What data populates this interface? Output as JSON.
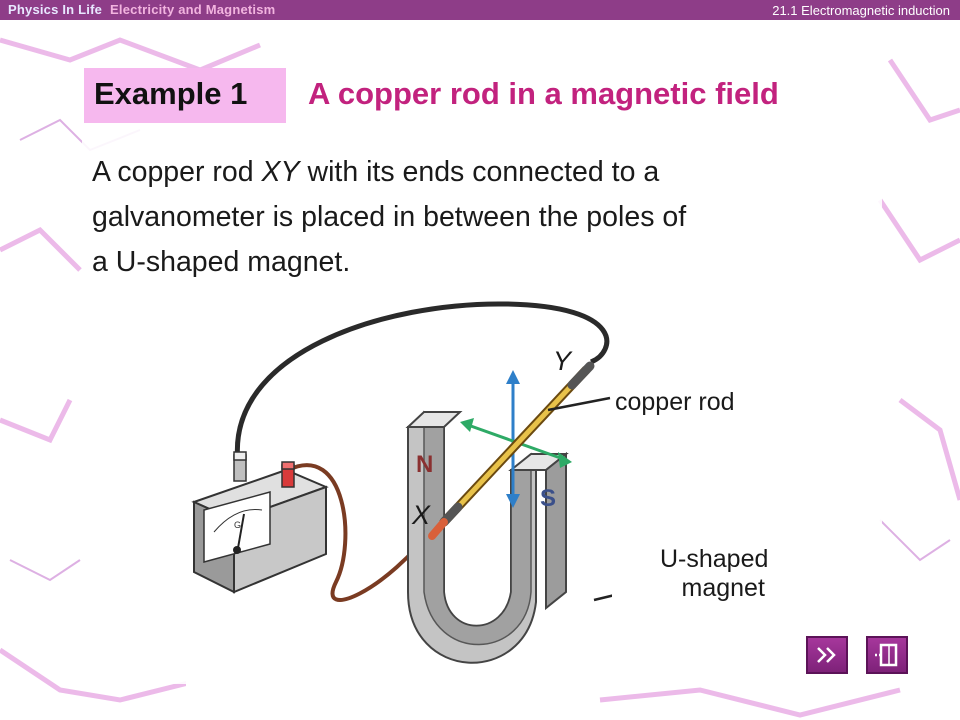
{
  "header": {
    "brand": "Physics In Life",
    "subject": "Electricity and Magnetism",
    "chapter": "21.1 Electromagnetic induction"
  },
  "example": {
    "tag": "Example 1",
    "title": "A copper rod in a magnetic field"
  },
  "body": {
    "line1_prefix": "A copper rod ",
    "line1_italic": "XY",
    "line1_suffix": " with its ends connected to a",
    "line2": "galvanometer is placed in between the poles of",
    "line3": "a U-shaped magnet."
  },
  "diagram": {
    "label_y": "Y",
    "label_x": "X",
    "label_copper_rod": "copper rod",
    "label_magnet_1": "U-shaped",
    "label_magnet_2": "magnet",
    "pole_n": "N",
    "pole_s": "S",
    "meter_letter": "G"
  },
  "nav": {
    "next_icon": "fast-forward-icon",
    "exit_icon": "exit-door-icon"
  },
  "colors": {
    "header_bg": "#8e3d88",
    "title": "#c2227e",
    "tag_bg": "#f6b8ee",
    "arrow_blue": "#2e7fc9",
    "arrow_green": "#2eaa66"
  }
}
